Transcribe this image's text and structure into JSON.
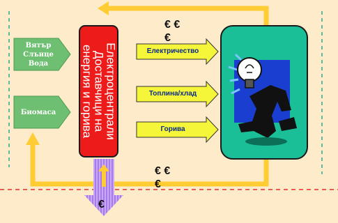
{
  "sources": {
    "renewables": "Вятър\nСлънце\nВода",
    "biomass": "Биомаса"
  },
  "supplier": {
    "label": "Електроцентрали\nДоставчици на\nенергия и горива"
  },
  "flows": [
    {
      "label": "Електричество"
    },
    {
      "label": "Топлина/хлад"
    },
    {
      "label": "Горива"
    }
  ],
  "money": {
    "top": "€ €\n€",
    "bottom": "€ €\n€",
    "outflow": "€"
  },
  "colors": {
    "background": "#fdebc9",
    "source_boxes": "#6fbf73",
    "supplier": "#ee1b1b",
    "consumer": "#1bbf97",
    "energy_arrows": "#f5f53a",
    "money_loop": "#ffcc33",
    "outflow_arrow": "#b88cf0",
    "boundary_line": "#e53030"
  }
}
